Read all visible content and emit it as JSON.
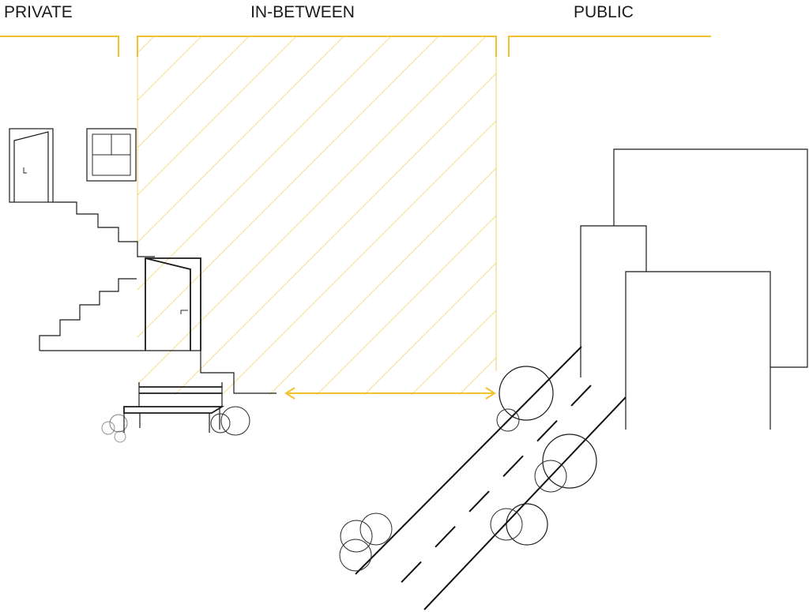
{
  "zones": {
    "private_label": "PRIVATE",
    "in_between_label": "IN-BETWEEN",
    "public_label": "PUBLIC"
  },
  "colors": {
    "accent": "#f2c12e",
    "ink": "#1a1a1a",
    "background": "#ffffff"
  }
}
